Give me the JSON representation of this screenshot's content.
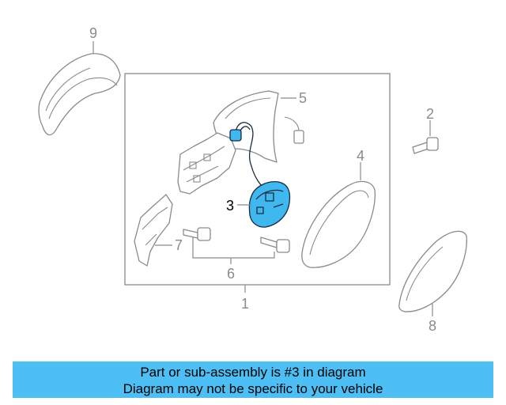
{
  "callouts": {
    "c1": "1",
    "c2": "2",
    "c3": "3",
    "c4": "4",
    "c5": "5",
    "c6": "6",
    "c7": "7",
    "c8": "8",
    "c9": "9"
  },
  "highlight_color": "#3fb8f0",
  "banner": {
    "line1": "Part or sub-assembly is #3 in diagram",
    "line2": "Diagram may not be specific to your vehicle",
    "background": "#4dbff5"
  }
}
